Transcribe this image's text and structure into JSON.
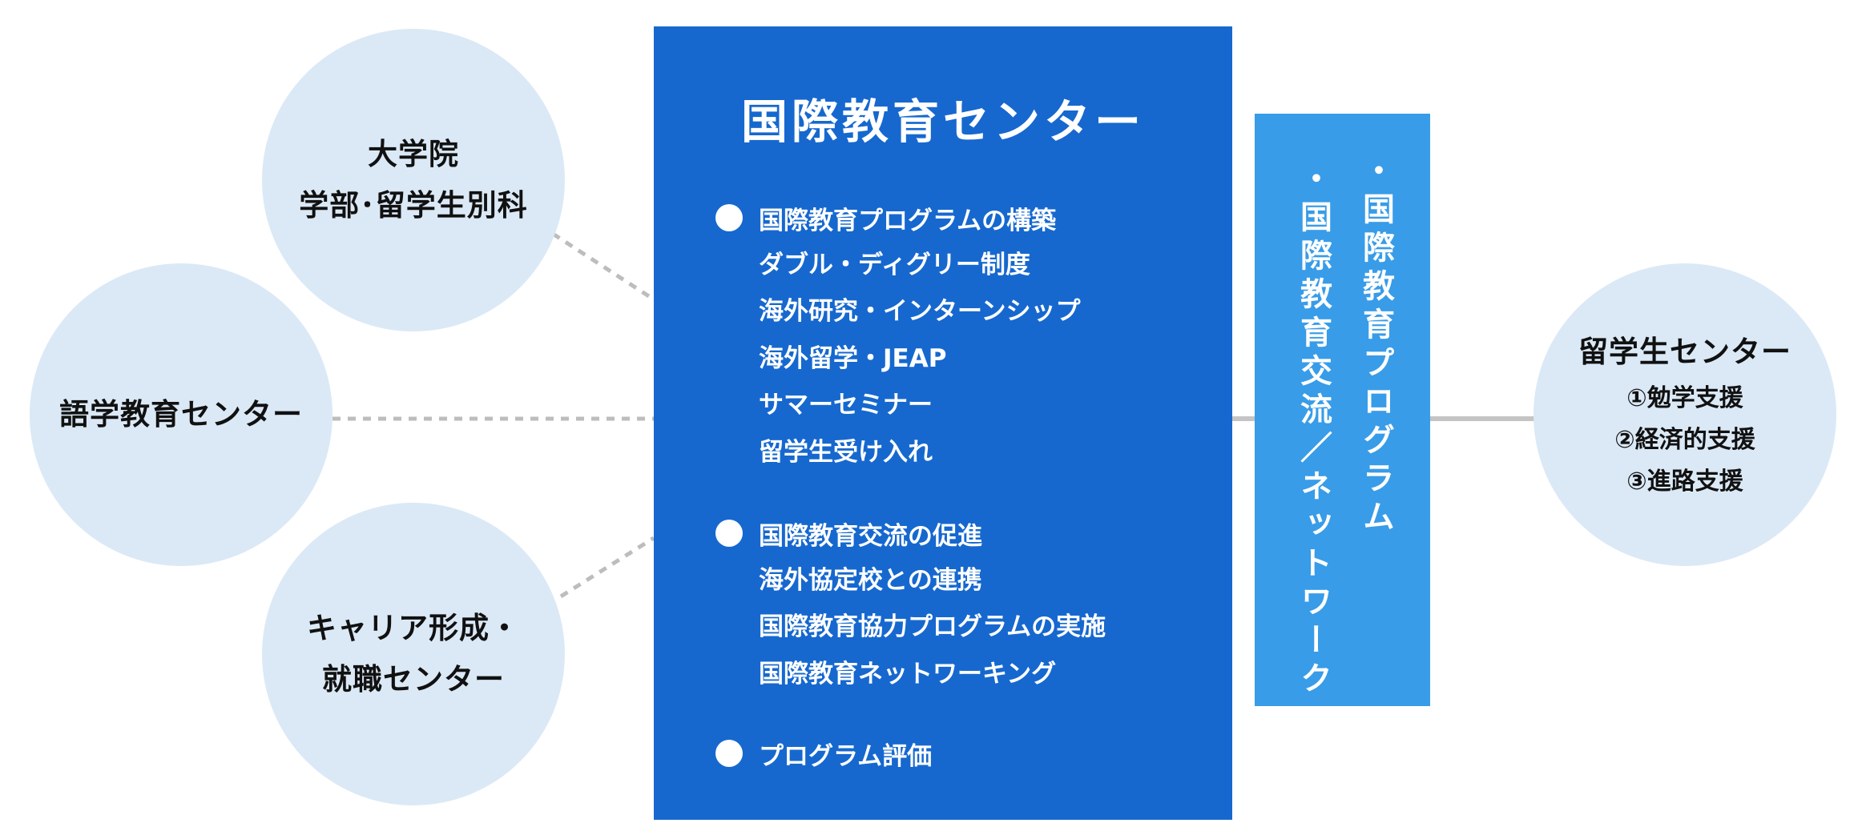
{
  "colors": {
    "main_box": "#1668cf",
    "network_box": "#389ce8",
    "circle_fill": "#dbe9f6",
    "connector_dashed": "#bdbdbd",
    "connector_solid": "#c4c4c4"
  },
  "main": {
    "title": "国際教育センター",
    "groups": [
      {
        "heading": "国際教育プログラムの構築",
        "items": [
          "ダブル・ディグリー制度",
          "海外研究・インターンシップ",
          "海外留学・JEAP",
          "サマーセミナー",
          "留学生受け入れ"
        ]
      },
      {
        "heading": "国際教育交流の促進",
        "items": [
          "海外協定校との連携",
          "国際教育協力プログラムの実施",
          "国際教育ネットワーキング"
        ]
      },
      {
        "heading": "プログラム評価",
        "items": []
      }
    ]
  },
  "network": {
    "col1": "・国際教育プログラム",
    "col2": "・国際教育交流／ネットワーク"
  },
  "circles": {
    "grad": {
      "line1": "大学院",
      "line2": "学部･留学生別科"
    },
    "lang": {
      "line1": "語学教育センター"
    },
    "career": {
      "line1": "キャリア形成・",
      "line2": "就職センター"
    },
    "intl_students": {
      "title": "留学生センター",
      "items": [
        "①勉学支援",
        "②経済的支援",
        "③進路支援"
      ]
    }
  }
}
